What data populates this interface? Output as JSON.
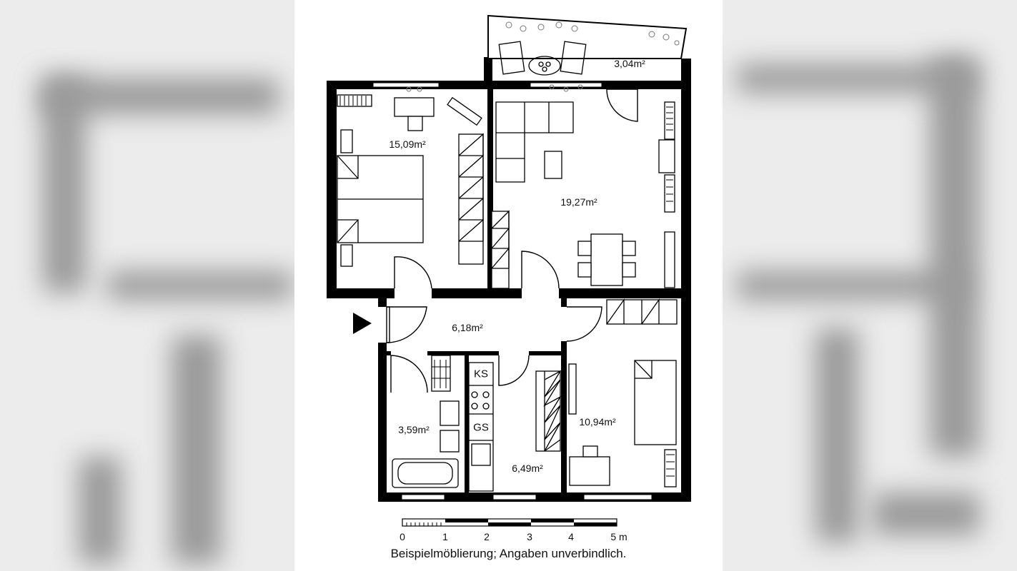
{
  "rooms": [
    {
      "id": "balcony",
      "area": "3,04m²"
    },
    {
      "id": "bedroom",
      "area": "15,09m²"
    },
    {
      "id": "living",
      "area": "19,27m²"
    },
    {
      "id": "hall",
      "area": "6,18m²"
    },
    {
      "id": "bath",
      "area": "3,59m²"
    },
    {
      "id": "kitchen",
      "area": "6,49m²"
    },
    {
      "id": "room",
      "area": "10,94m²"
    }
  ],
  "appliances": {
    "fridge": "KS",
    "dishwasher": "GS"
  },
  "scale": {
    "ticks": [
      "0",
      "1",
      "2",
      "3",
      "4",
      "5 m"
    ]
  },
  "caption": "Beispielmöblierung; Angaben unverbindlich.",
  "colors": {
    "wall": "#000000",
    "background": "#ffffff"
  },
  "icons": [
    "entrance-arrow-icon"
  ]
}
